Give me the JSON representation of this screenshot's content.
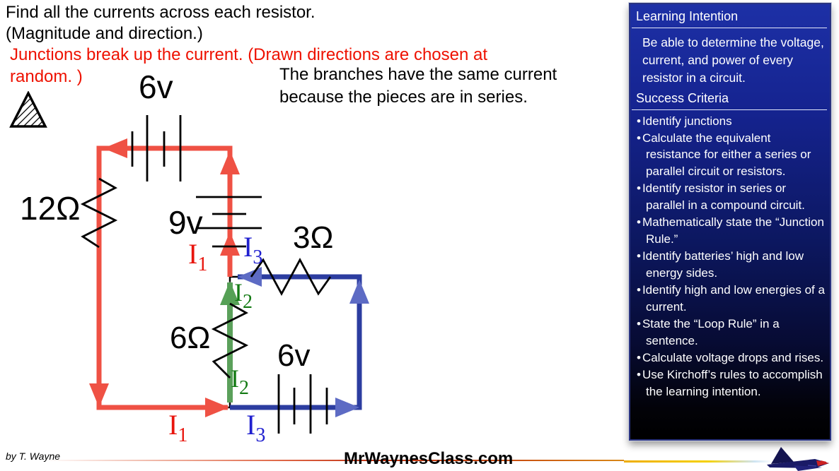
{
  "header": {
    "line1": "Find all the currents across each resistor.",
    "line2": "(Magnitude and direction.)",
    "red_line1": "Junctions break up the current. (Drawn directions are chosen at",
    "red_line2": "random. )",
    "note_line1": "The branches have the same current",
    "note_line2": "because the pieces are in series."
  },
  "circuit": {
    "labels": {
      "battery_top": "6v",
      "resistor_left": "12Ω",
      "battery_mid": "9v",
      "resistor_right": "3Ω",
      "resistor_mid": "6Ω",
      "battery_bottom": "6v"
    },
    "currents": {
      "i1": {
        "symbol": "I",
        "sub": "1",
        "color": "#e8150d"
      },
      "i2": {
        "symbol": "I",
        "sub": "2",
        "color": "#137a13"
      },
      "i3": {
        "symbol": "I",
        "sub": "3",
        "color": "#2020cf"
      }
    },
    "wire_colors": {
      "loop_i1": "#ef5144",
      "loop_i2": "#5ba05b",
      "loop_i3": "#2c3da0"
    }
  },
  "sidebar": {
    "learning_intention": {
      "title": "Learning Intention",
      "body": "Be able to determine the voltage, current, and power of every resistor in a circuit."
    },
    "success_criteria_title": "Success Criteria",
    "bullets": [
      "Identify junctions",
      "Calculate the equivalent resistance for either a series or parallel circuit or resistors.",
      "Identify resistor in series or parallel in a compound circuit.",
      "Mathematically state the “Junction Rule.”",
      "Identify batteries’ high and low energy sides.",
      "Identify high and low energies of a current.",
      "State the “Loop Rule” in a sentence.",
      "Calculate voltage drops and rises.",
      "Use Kirchoff’s rules to accomplish the learning intention."
    ],
    "panel_color_top": "#1d30a6",
    "panel_color_bottom": "#000000"
  },
  "footer": {
    "credit": "by T. Wayne",
    "site": "MrWaynesClass.com"
  }
}
